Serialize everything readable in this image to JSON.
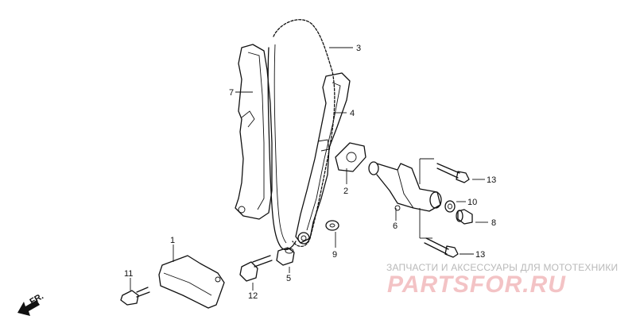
{
  "labels": {
    "p1": "1",
    "p2": "2",
    "p3": "3",
    "p4": "4",
    "p5": "5",
    "p6": "6",
    "p7": "7",
    "p8": "8",
    "p9": "9",
    "p10": "10",
    "p11": "11",
    "p12": "12",
    "p13a": "13",
    "p13b": "13"
  },
  "direction_marker": "FR.",
  "watermark": {
    "subtitle": "ЗАПЧАСТИ И АКСЕССУАРЫ ДЛЯ МОТОТЕХНИКИ",
    "logo": "PARTSFOR.RU"
  }
}
